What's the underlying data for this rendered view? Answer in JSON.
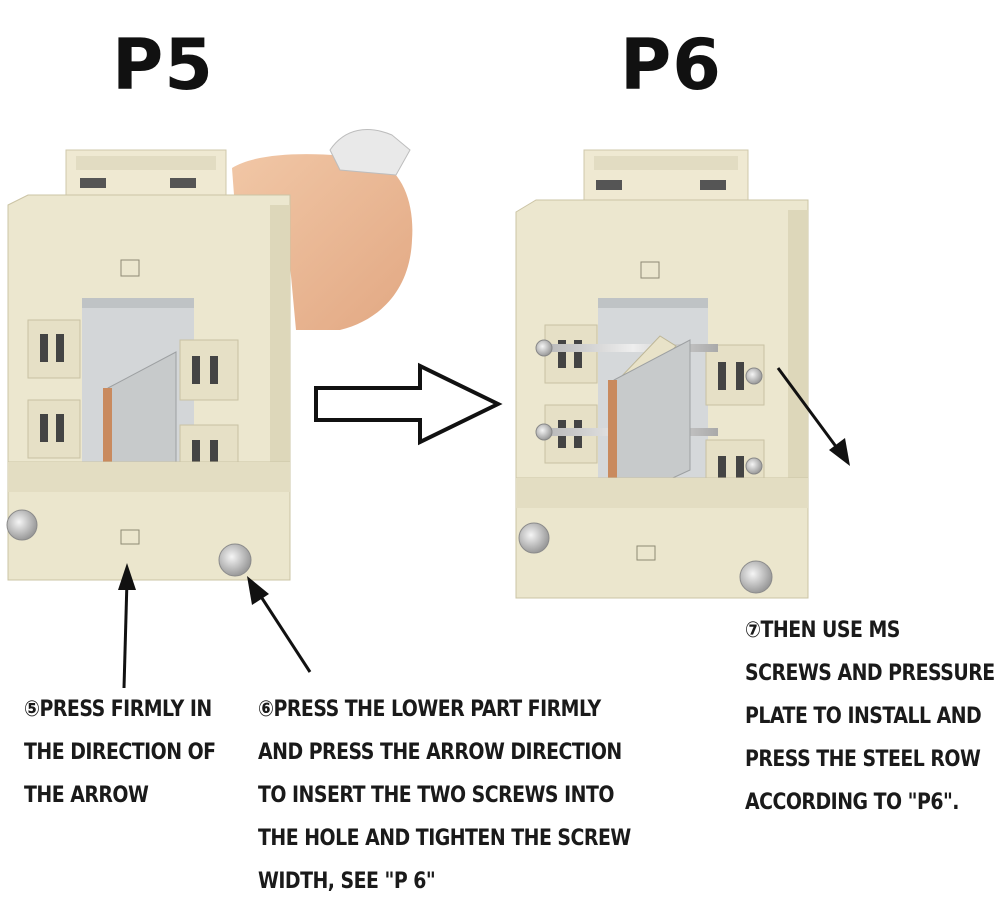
{
  "panels": [
    {
      "title": "P5"
    },
    {
      "title": "P6"
    }
  ],
  "captions": {
    "step5": [
      "⑤PRESS FIRMLY IN",
      "THE DIRECTION OF",
      "THE ARROW"
    ],
    "step6": [
      "⑥PRESS THE LOWER PART FIRMLY",
      "AND PRESS THE ARROW DIRECTION",
      "TO INSERT THE TWO SCREWS INTO",
      "THE HOLE AND TIGHTEN THE SCREW",
      "WIDTH, SEE \"P 6\""
    ],
    "step7": [
      "⑦THEN USE MS",
      "SCREWS AND PRESSURE",
      "PLATE TO INSTALL AND",
      "PRESS THE STEEL ROW",
      "ACCORDING TO \"P6\"."
    ]
  },
  "colors": {
    "housing": "#ece7cf",
    "housing_shade": "#d9d3b6",
    "copper_bar": "#c98a5e",
    "arrow": "#111111"
  },
  "icons": [
    "right-hollow-arrow-icon",
    "pointer-arrow-icon"
  ]
}
